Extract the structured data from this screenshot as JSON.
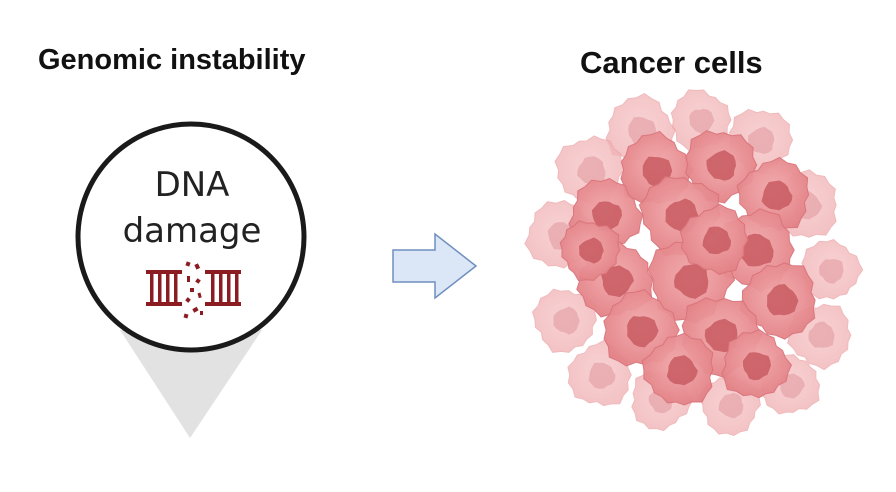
{
  "left_panel": {
    "title": "Genomic instability",
    "bubble_line1": "DNA",
    "bubble_line2": "damage",
    "dna_icon": "broken-dna-icon"
  },
  "arrow": {
    "icon": "right-arrow-icon"
  },
  "right_panel": {
    "title": "Cancer cells",
    "cluster_icon": "cancer-cell-cluster-icon"
  },
  "colors": {
    "dna_red": "#8b1c22",
    "arrow_fill": "#dbe7f6",
    "arrow_stroke": "#6f8fbf",
    "cell_pink": "#e88e92",
    "nucleus_red": "#c85a62",
    "pin_gray": "#e2e2e2"
  }
}
